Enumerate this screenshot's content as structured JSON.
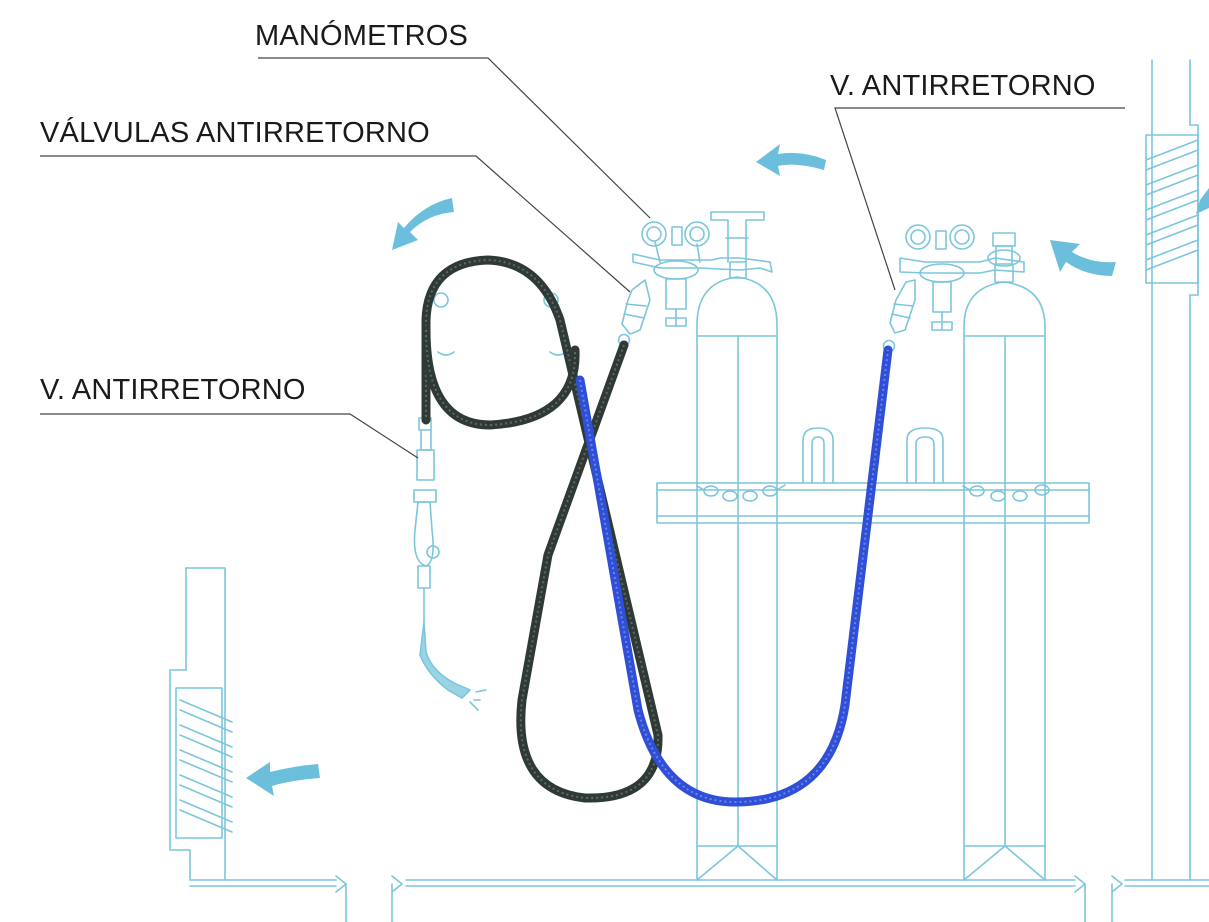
{
  "labels": {
    "manometros": "MANÓMETROS",
    "valvulas_antirretorno": "VÁLVULAS ANTIRRETORNO",
    "v_antirretorno_top": "V. ANTIRRETORNO",
    "v_antirretorno_left": "V. ANTIRRETORNO"
  },
  "colors": {
    "line_art": "#7cc6dc",
    "arrow": "#6cbfdc",
    "hose_dark": "#2f3a36",
    "hose_blue": "#2f4fd6",
    "text": "#1a1a1a",
    "leader": "#444444"
  },
  "icons": [
    "airflow-arrow-icon",
    "pressure-gauge-icon",
    "gas-cylinder-icon",
    "welding-torch-icon",
    "ventilation-grille-icon"
  ]
}
